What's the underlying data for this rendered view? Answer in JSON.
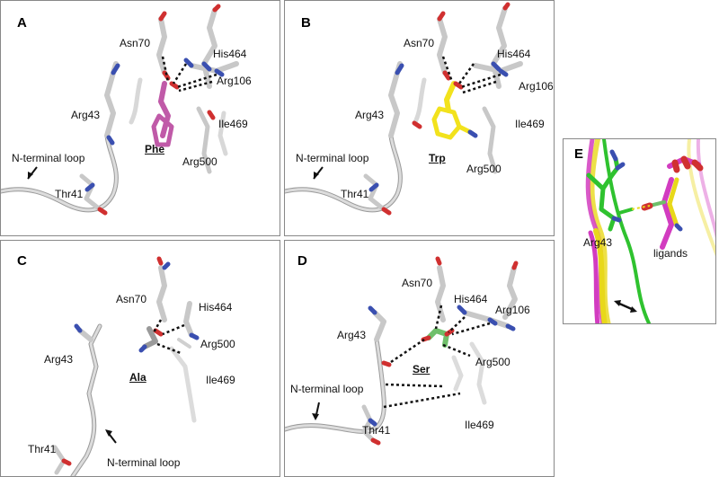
{
  "panels": {
    "A": {
      "label": "A",
      "residues": {
        "asn": "Asn70",
        "his": "His464",
        "arg106": "Arg106",
        "arg43": "Arg43",
        "ile": "Ile469",
        "arg500": "Arg500",
        "thr": "Thr41"
      },
      "ligand": "Phe",
      "loop": "N-terminal loop"
    },
    "B": {
      "label": "B",
      "residues": {
        "asn": "Asn70",
        "his": "His464",
        "arg106": "Arg106",
        "arg43": "Arg43",
        "ile": "Ile469",
        "arg500": "Arg500",
        "thr": "Thr41"
      },
      "ligand": "Trp",
      "loop": "N-terminal loop"
    },
    "C": {
      "label": "C",
      "residues": {
        "asn": "Asn70",
        "his": "His464",
        "arg500": "Arg500",
        "arg43": "Arg43",
        "ile": "Ile469",
        "thr": "Thr41"
      },
      "ligand": "Ala",
      "loop": "N-terminal loop"
    },
    "D": {
      "label": "D",
      "residues": {
        "asn": "Asn70",
        "his": "His464",
        "arg106": "Arg106",
        "arg43": "Arg43",
        "arg500": "Arg500",
        "ile": "Ile469",
        "thr": "Thr41"
      },
      "ligand": "Ser",
      "loop": "N-terminal loop"
    },
    "E": {
      "label": "E",
      "residues": {
        "arg43": "Arg43"
      },
      "ligand": "ligands"
    }
  },
  "colors": {
    "backbone": "#c9c9c9",
    "phe": "#c05aa8",
    "trp": "#f2e21c",
    "ser": "#6fbf6a",
    "nitrogen": "#3a4fb0",
    "oxygen": "#d03030",
    "green": "#2fc22f",
    "magenta": "#d23cc0",
    "yellow": "#e8d81a"
  }
}
